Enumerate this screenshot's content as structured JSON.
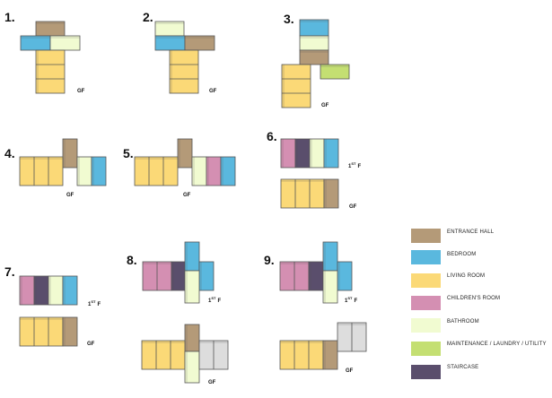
{
  "legend": [
    {
      "key": "entrance",
      "label": "ENTRANCE HALL",
      "color": "#b49a78"
    },
    {
      "key": "bedroom",
      "label": "BEDROOM",
      "color": "#5ab8de"
    },
    {
      "key": "living",
      "label": "LIVING ROOM",
      "color": "#fbd977"
    },
    {
      "key": "children",
      "label": "CHILDREN'S ROOM",
      "color": "#d48fb2"
    },
    {
      "key": "bathroom",
      "label": "BATHROOM",
      "color": "#f1fbd1"
    },
    {
      "key": "maintenance",
      "label": "MAINTENANCE / LAUNDRY / UTILITY",
      "color": "#c4df72"
    },
    {
      "key": "staircase",
      "label": "STAIRCASE",
      "color": "#5a4e6c"
    }
  ],
  "extra_colors": {
    "grey": "#dddddd",
    "outline": "#555555"
  },
  "floor_labels": {
    "ground": "GF",
    "first": "1",
    "first_sup": "ST",
    "first_suffix": "F"
  },
  "options": [
    {
      "number": "1.",
      "floors": [
        "GF"
      ]
    },
    {
      "number": "2.",
      "floors": [
        "GF"
      ]
    },
    {
      "number": "3.",
      "floors": [
        "GF"
      ]
    },
    {
      "number": "4.",
      "floors": [
        "GF"
      ]
    },
    {
      "number": "5.",
      "floors": [
        "GF"
      ]
    },
    {
      "number": "6.",
      "floors": [
        "1ST F",
        "GF"
      ]
    },
    {
      "number": "7.",
      "floors": [
        "1ST F",
        "GF"
      ]
    },
    {
      "number": "8.",
      "floors": [
        "1ST F",
        "GF"
      ]
    },
    {
      "number": "9.",
      "floors": [
        "1ST F",
        "GF"
      ]
    }
  ]
}
